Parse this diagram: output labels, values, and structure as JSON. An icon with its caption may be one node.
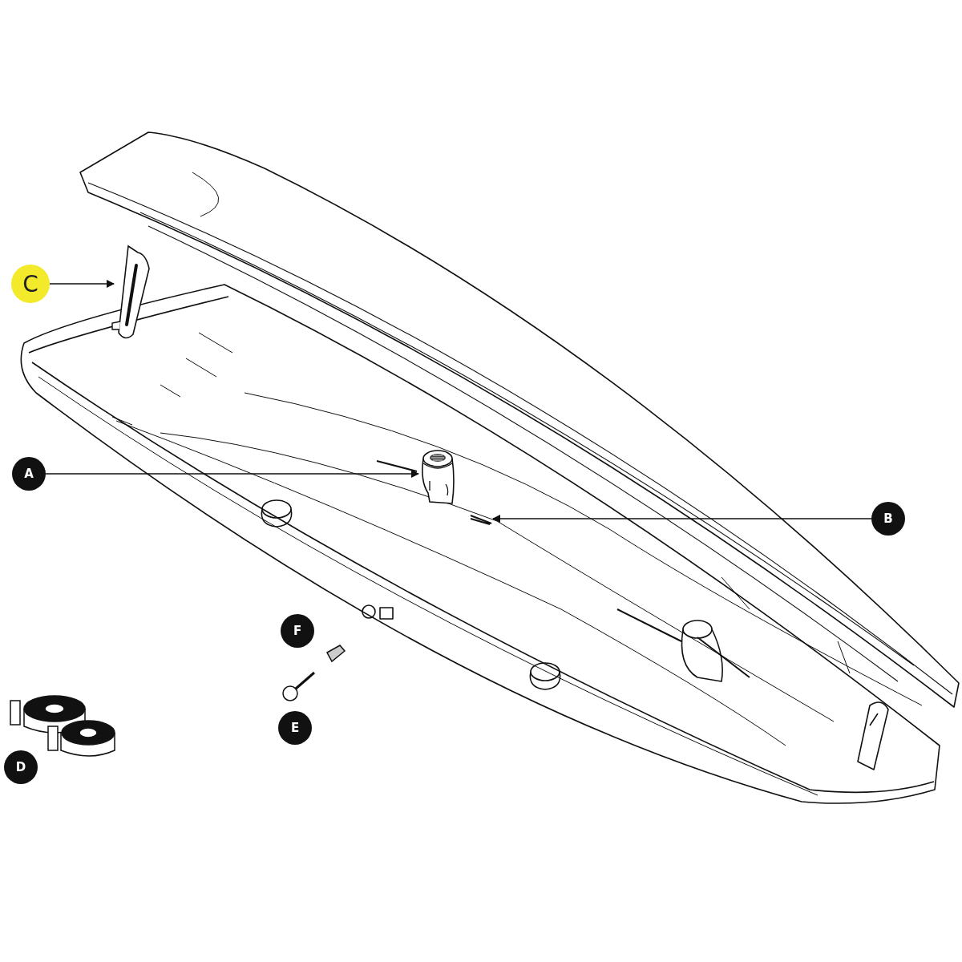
{
  "diagram": {
    "nodes": [
      {
        "text": [
          "A"
        ]
      },
      {
        "text": [
          "B"
        ]
      },
      {
        "text": [
          "C"
        ]
      },
      {
        "text": [
          "D"
        ]
      },
      {
        "text": [
          "E"
        ]
      },
      {
        "text": [
          "F"
        ]
      },
      {
        "text": [],
        "shape": "picture"
      },
      {
        "text": [],
        "shape": "picture"
      },
      {
        "text": [],
        "shape": "picture"
      }
    ],
    "edges": [
      {
        "from": 0,
        "to": 6,
        "arrow": "to"
      },
      {
        "from": 1,
        "to": 7,
        "arrow": "to"
      },
      {
        "from": 2,
        "to": 8,
        "arrow": "to"
      }
    ]
  }
}
